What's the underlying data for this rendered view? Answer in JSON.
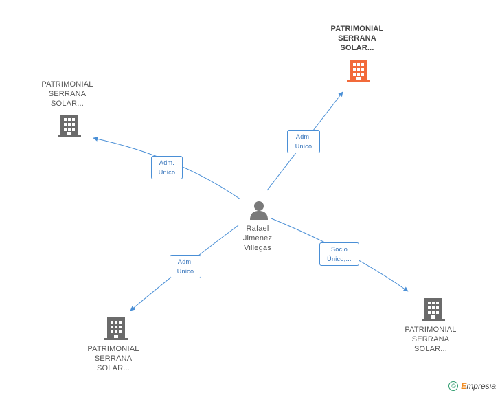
{
  "center": {
    "name_lines": [
      "Rafael",
      "Jimenez",
      "Villegas"
    ],
    "icon": "person-icon"
  },
  "companies": [
    {
      "id": "c1",
      "name_lines": [
        "PATRIMONIAL",
        "SERRANA",
        "SOLAR..."
      ],
      "highlight": true,
      "color": "#f26a3a"
    },
    {
      "id": "c2",
      "name_lines": [
        "PATRIMONIAL",
        "SERRANA",
        "SOLAR..."
      ],
      "highlight": false,
      "color": "#6b6b6b"
    },
    {
      "id": "c3",
      "name_lines": [
        "PATRIMONIAL",
        "SERRANA",
        "SOLAR..."
      ],
      "highlight": false,
      "color": "#6b6b6b"
    },
    {
      "id": "c4",
      "name_lines": [
        "PATRIMONIAL",
        "SERRANA",
        "SOLAR..."
      ],
      "highlight": false,
      "color": "#6b6b6b"
    }
  ],
  "edges": [
    {
      "to": "c1",
      "label_lines": [
        "Adm.",
        "Unico"
      ]
    },
    {
      "to": "c2",
      "label_lines": [
        "Adm.",
        "Unico"
      ]
    },
    {
      "to": "c3",
      "label_lines": [
        "Adm.",
        "Unico"
      ]
    },
    {
      "to": "c4",
      "label_lines": [
        "Socio",
        "Único,..."
      ]
    }
  ],
  "footer": {
    "copyright_symbol": "©",
    "brand_first": "E",
    "brand_rest": "mpresia"
  },
  "colors": {
    "edge": "#4a8fd6",
    "person": "#7a7a7a",
    "building": "#6b6b6b",
    "highlight": "#f26a3a"
  }
}
